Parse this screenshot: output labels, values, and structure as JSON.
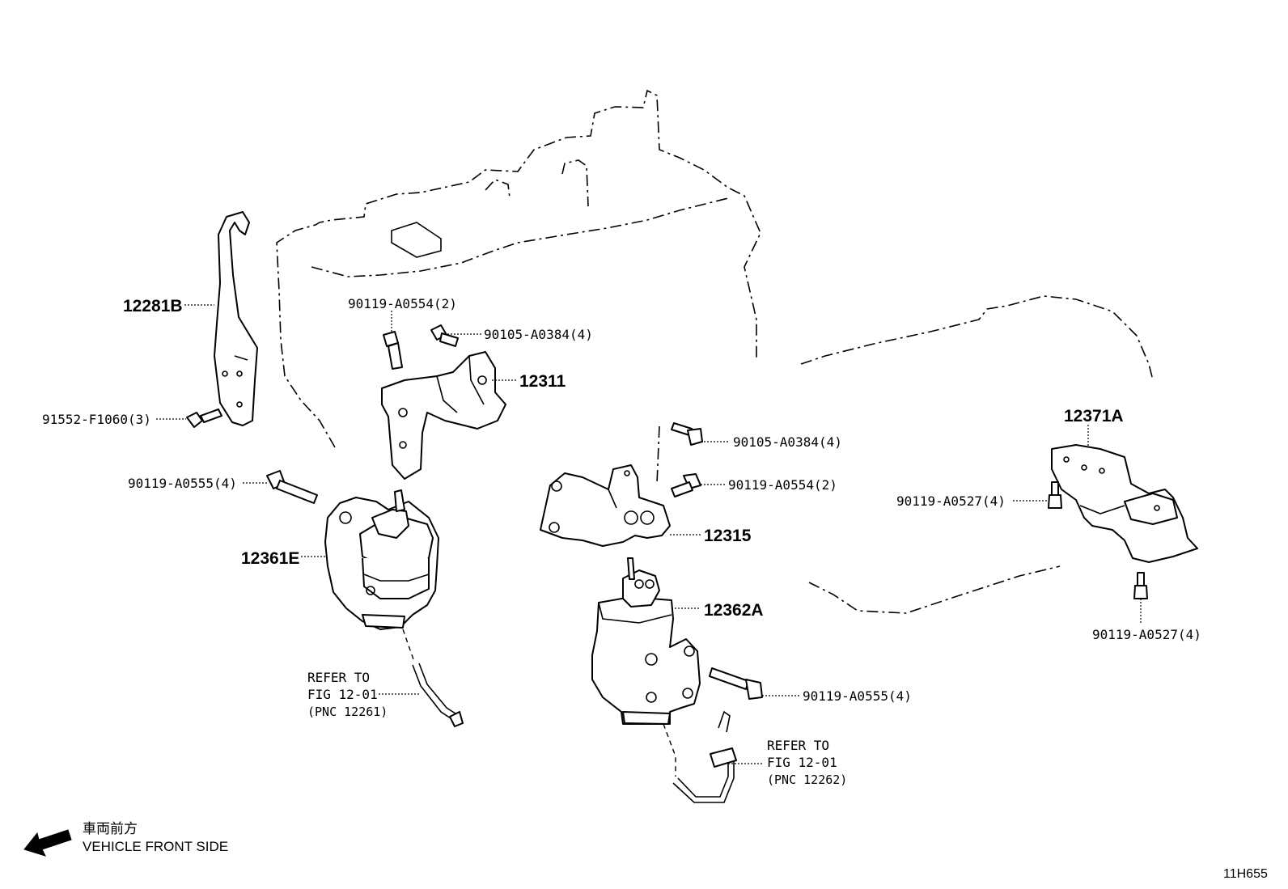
{
  "diagram": {
    "figure_code": "11H655",
    "direction": {
      "label_jp": "車両前方",
      "label_en": "VEHICLE FRONT SIDE",
      "arrow_icon": "arrow-left-down-icon"
    },
    "parts": {
      "p12281B": "12281B",
      "p12311": "12311",
      "p12315": "12315",
      "p12361E": "12361E",
      "p12362A": "12362A",
      "p12371A": "12371A"
    },
    "fasteners": {
      "f_90119_A0554_top": "90119-A0554(2)",
      "f_90105_A0384_top": "90105-A0384(4)",
      "f_91552_F1060": "91552-F1060(3)",
      "f_90119_A0555_left": "90119-A0555(4)",
      "f_90105_A0384_mid": "90105-A0384(4)",
      "f_90119_A0554_mid": "90119-A0554(2)",
      "f_90119_A0527_upper": "90119-A0527(4)",
      "f_90119_A0527_lower": "90119-A0527(4)",
      "f_90119_A0555_right": "90119-A0555(4)"
    },
    "references": {
      "left": {
        "line1": "REFER TO",
        "line2": "FIG 12-01",
        "line3": "(PNC 12261)"
      },
      "right": {
        "line1": "REFER TO",
        "line2": "FIG 12-01",
        "line3": "(PNC 12262)"
      }
    }
  }
}
